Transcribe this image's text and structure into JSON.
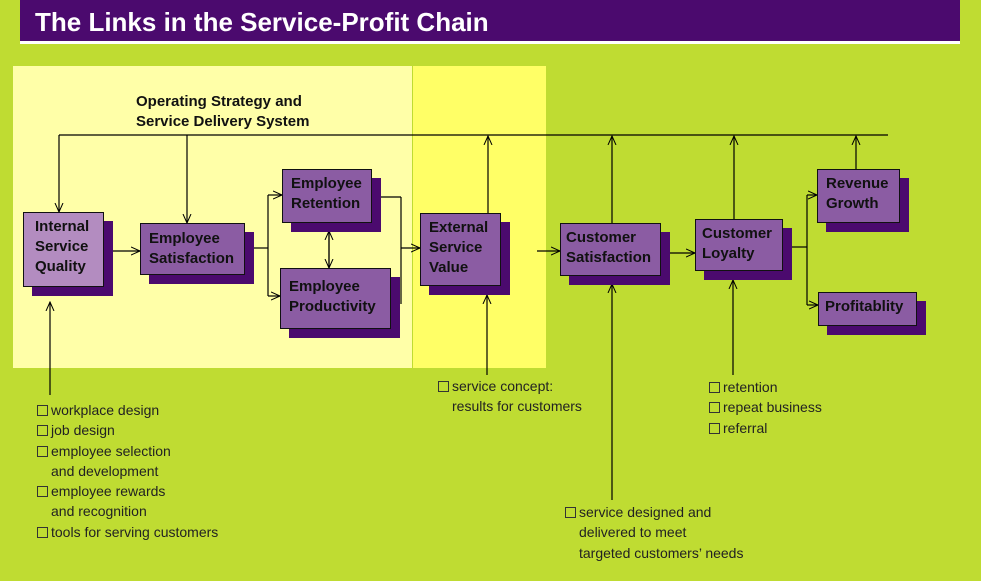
{
  "title": "The Links in the Service-Profit Chain",
  "heading": [
    "Operating Strategy and",
    "Service Delivery System"
  ],
  "boxes": {
    "internal_service_quality": [
      "Internal",
      "Service",
      "Quality"
    ],
    "employee_satisfaction": [
      "Employee",
      "Satisfaction"
    ],
    "employee_retention": [
      "Employee",
      "Retention"
    ],
    "employee_productivity": [
      "Employee",
      "Productivity"
    ],
    "external_service_value": [
      "External",
      "Service",
      "Value"
    ],
    "customer_satisfaction": [
      "Customer",
      "Satisfaction"
    ],
    "customer_loyalty": [
      "Customer",
      "Loyalty"
    ],
    "revenue_growth": [
      "Revenue",
      "Growth"
    ],
    "profitability": [
      "Profitablity"
    ]
  },
  "lists": {
    "internal": [
      {
        "text": "workplace design"
      },
      {
        "text": "job design"
      },
      {
        "text": "employee selection",
        "cont": "and development"
      },
      {
        "text": "employee rewards",
        "cont": "and recognition"
      },
      {
        "text": "tools for serving customers"
      }
    ],
    "external": [
      {
        "text": "service concept:",
        "cont": "results for customers"
      }
    ],
    "loyalty": [
      {
        "text": "retention"
      },
      {
        "text": "repeat business"
      },
      {
        "text": "referral"
      }
    ],
    "satisfaction": [
      {
        "text": "service designed and",
        "cont": "delivered to meet",
        "cont2": "targeted customers’ needs"
      }
    ]
  },
  "colors": {
    "background": "#bfdc32",
    "title_bar": "#4b0a6e",
    "box": "#8b5ca3",
    "box_shadow": "#4b0a6e",
    "panel_light": "#ffffa8",
    "panel_bright": "#ffff66"
  }
}
